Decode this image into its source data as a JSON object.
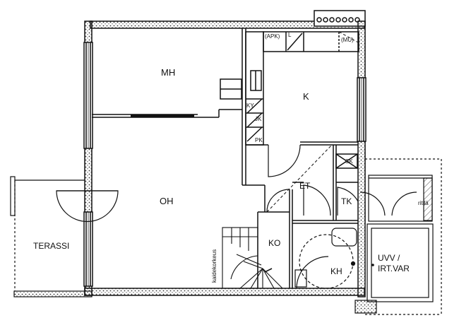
{
  "rooms": {
    "mh": "MH",
    "k": "K",
    "oh": "OH",
    "terassi": "TERASSI",
    "et": "ET",
    "tk": "TK",
    "ko": "KO",
    "kh": "KH",
    "uvv_line1": "UVV /",
    "uvv_line2": "IRT.VAR"
  },
  "fixtures": {
    "apk": "(APK)",
    "l": "L",
    "mu": "(MU)",
    "ky": "KY",
    "jk": "JK",
    "pk": "PK",
    "sk": "SK",
    "ritila": "ritilä",
    "kaidekorkeus": "kaidekorkeus"
  },
  "colors": {
    "line": "#111111",
    "wall_fill": "#ffffff",
    "hatch": "#444444"
  }
}
